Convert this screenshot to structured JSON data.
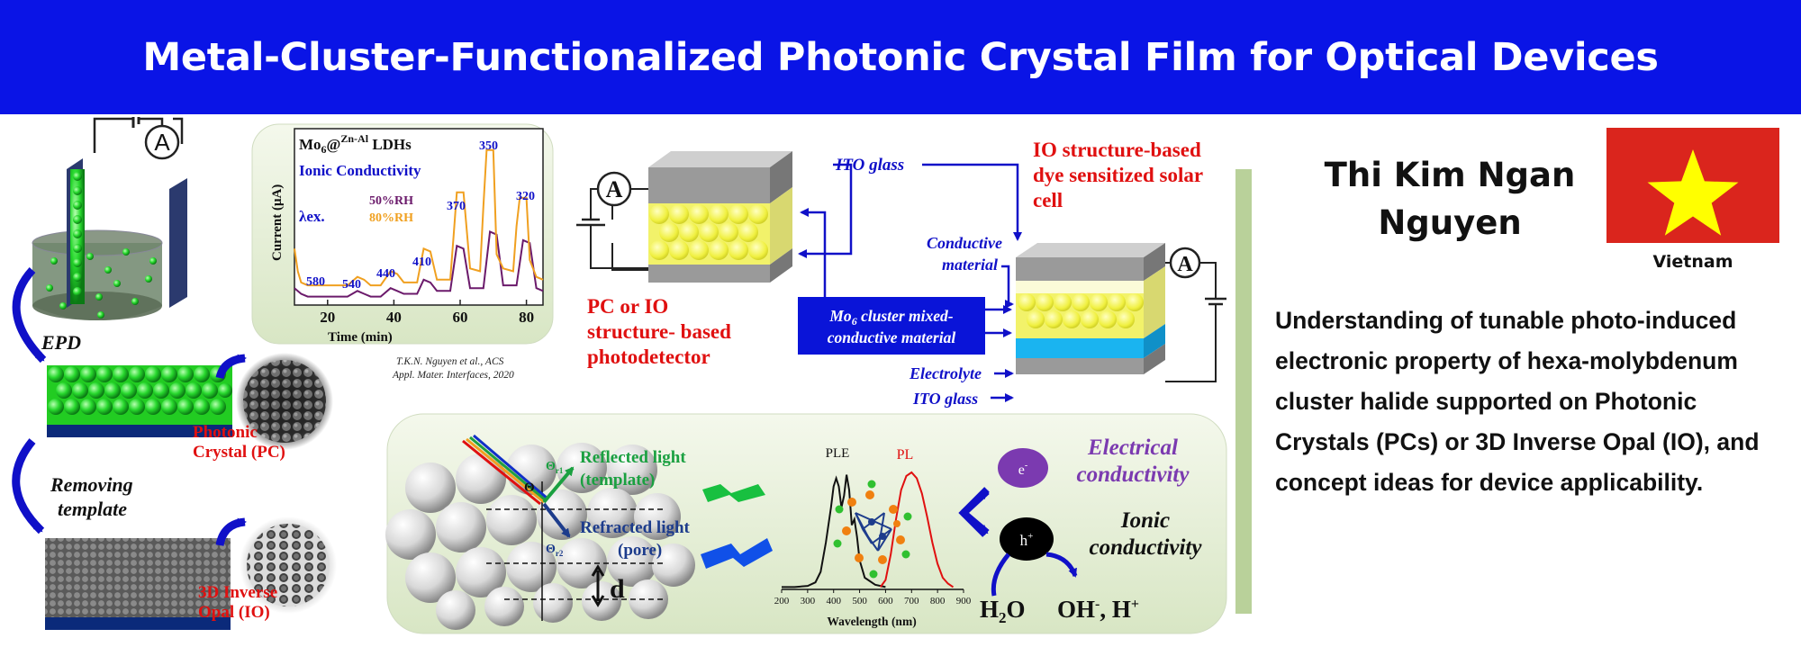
{
  "title": "Metal-Cluster-Functionalized Photonic Crystal Film for Optical Devices",
  "author": {
    "name_line1": "Thi Kim Ngan",
    "name_line2": "Nguyen"
  },
  "country": {
    "name": "Vietnam",
    "flag_colors": {
      "field": "#da251d",
      "star": "#ffff00"
    }
  },
  "abstract": "Understanding of tunable photo-induced electronic property of hexa-molybdenum cluster halide supported on Photonic Crystals (PCs) or 3D Inverse Opal (IO), and concept ideas for device applicability.",
  "colors": {
    "banner": "#0a14e6",
    "label_red": "#e01010",
    "label_blue": "#1010c8",
    "panel_green": "#e6efd8"
  },
  "figure": {
    "epd": {
      "ammeter": "A",
      "epd_label": "EPD",
      "removing_label": "Removing\ntemplate",
      "pc_label": "Photonic\nCrystal (PC)",
      "io_label": "3D Inverse\nOpal (IO)"
    },
    "photodetector": {
      "ammeter": "A",
      "label": "PC or IO\nstructure- based\nphotodetector",
      "ito_glass": "ITO glass",
      "mixed_box": "Mo6 cluster mixed-\nconductive material"
    },
    "solar_cell": {
      "label": "IO structure-based\ndye sensitized solar\ncell",
      "conductive": "Conductive\nmaterial",
      "electrolyte": "Electrolyte",
      "ito_glass": "ITO glass",
      "ammeter": "A"
    },
    "optics": {
      "reflected": "Reflected light\n(template)",
      "refracted": "Refracted light\n(pore)",
      "d": "d",
      "theta": "Θ",
      "theta_r1": "Θr1",
      "theta_r2": "Θr2",
      "electron": "e-",
      "hole": "h+",
      "electrical": "Electrical\nconductivity",
      "ionic": "Ionic\nconductivity",
      "water": "H2O",
      "products": "OH-, H+"
    },
    "citation": "T.K.N. Nguyen et al., ACS\nAppl. Mater. Interfaces, 2020"
  },
  "chart_data": [
    {
      "type": "line",
      "title": "Mo6@Zn-Al LDHs",
      "subtitle": "Ionic Conductivity",
      "xlabel": "Time (min)",
      "ylabel": "Current (μA)",
      "xlim": [
        10,
        85
      ],
      "x_ticks": [
        20,
        40,
        60,
        80
      ],
      "series": [
        {
          "name": "50%RH",
          "color": "#6b1a6b",
          "x": [
            10,
            12,
            14,
            18,
            22,
            26,
            29,
            31,
            33,
            36,
            39,
            41,
            43,
            47,
            49,
            51,
            53,
            57,
            59,
            61,
            63,
            67,
            69,
            71,
            73,
            77,
            79,
            81,
            83,
            85
          ],
          "y": [
            6,
            4,
            3,
            3,
            3,
            3,
            5,
            4,
            3,
            3,
            6,
            5,
            4,
            4,
            9,
            8,
            5,
            5,
            21,
            20,
            6,
            6,
            26,
            25,
            7,
            7,
            23,
            22,
            6,
            5
          ]
        },
        {
          "name": "80%RH",
          "color": "#f0a020",
          "x": [
            10,
            11,
            12,
            14,
            18,
            22,
            26,
            29,
            31,
            33,
            36,
            39,
            41,
            43,
            47,
            49,
            51,
            53,
            57,
            58,
            59,
            61,
            63,
            66,
            67,
            68,
            70,
            71,
            73,
            76,
            77,
            78,
            80,
            81,
            83,
            85
          ],
          "y": [
            20,
            12,
            8,
            7,
            7,
            7,
            7,
            10,
            9,
            7,
            7,
            12,
            11,
            8,
            8,
            20,
            19,
            9,
            9,
            24,
            40,
            40,
            13,
            12,
            35,
            55,
            55,
            18,
            13,
            12,
            28,
            38,
            38,
            16,
            10,
            9
          ]
        }
      ],
      "annotations": [
        "λex.",
        "580",
        "540",
        "440",
        "410",
        "370",
        "350",
        "320"
      ]
    },
    {
      "type": "line",
      "xlabel": "Wavelength (nm)",
      "xlim": [
        200,
        900
      ],
      "x_ticks": [
        200,
        300,
        400,
        500,
        600,
        700,
        800,
        900
      ],
      "series": [
        {
          "name": "PLE",
          "color": "#111111",
          "x": [
            200,
            250,
            300,
            330,
            350,
            370,
            390,
            400,
            410,
            420,
            430,
            440,
            450,
            460,
            470,
            480,
            490,
            500,
            520,
            560,
            600
          ],
          "y": [
            0.02,
            0.02,
            0.03,
            0.06,
            0.15,
            0.4,
            0.7,
            0.88,
            0.95,
            0.88,
            0.7,
            0.8,
            0.98,
            0.85,
            0.55,
            0.6,
            0.45,
            0.25,
            0.1,
            0.04,
            0.02
          ]
        },
        {
          "name": "PL",
          "color": "#e01010",
          "x": [
            580,
            600,
            620,
            640,
            660,
            680,
            700,
            720,
            740,
            760,
            780,
            800,
            820,
            840,
            860
          ],
          "y": [
            0.02,
            0.08,
            0.3,
            0.6,
            0.85,
            0.97,
            1.0,
            0.95,
            0.82,
            0.62,
            0.4,
            0.22,
            0.1,
            0.05,
            0.02
          ]
        }
      ]
    }
  ]
}
